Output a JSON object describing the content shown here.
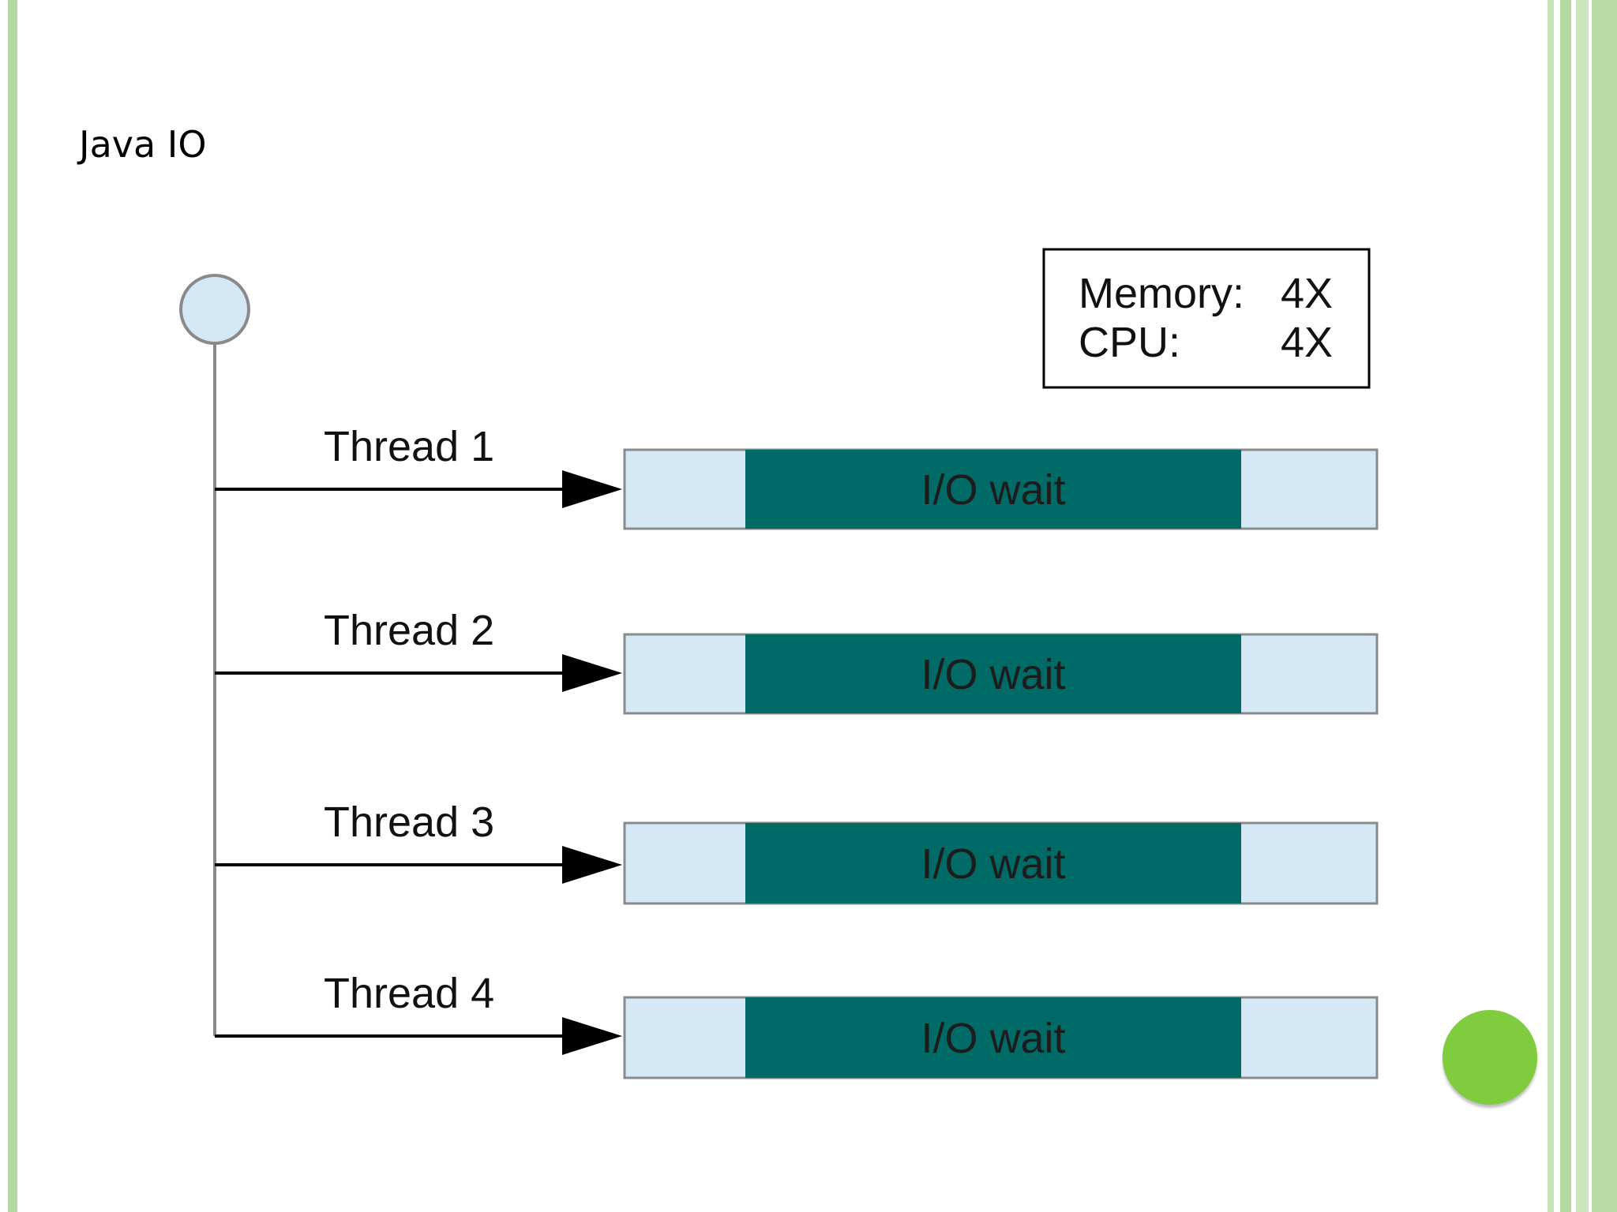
{
  "slide": {
    "title": "Java IO"
  },
  "diagram": {
    "legend": {
      "memory_label": "Memory:",
      "memory_value": "4X",
      "cpu_label": "CPU:",
      "cpu_value": "4X"
    },
    "threads": [
      {
        "label": "Thread 1",
        "segment_label": "I/O wait"
      },
      {
        "label": "Thread 2",
        "segment_label": "I/O wait"
      },
      {
        "label": "Thread 3",
        "segment_label": "I/O wait"
      },
      {
        "label": "Thread 4",
        "segment_label": "I/O wait"
      }
    ],
    "colors": {
      "start_node_fill": "#d4e8f6",
      "bar_light": "#d4e8f6",
      "bar_dark": "#006b66",
      "line": "#8a8a8a",
      "arrow": "#000000"
    }
  }
}
